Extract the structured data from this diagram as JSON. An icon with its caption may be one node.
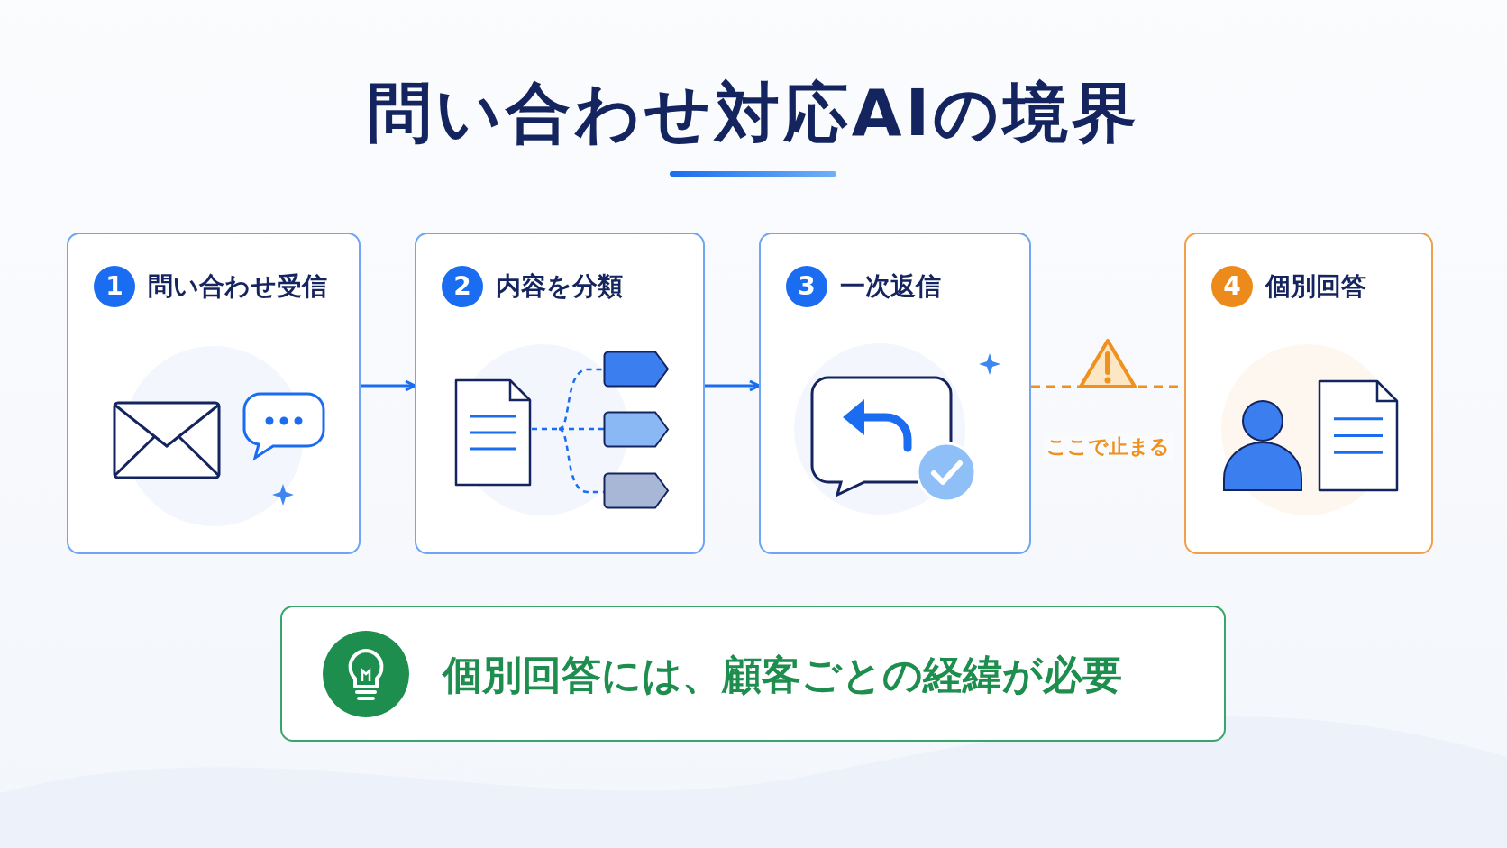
{
  "diagram": {
    "title": "問い合わせ対応AIの境界",
    "nodes": [
      {
        "text": [
          "1",
          "問い合わせ受信"
        ]
      },
      {
        "text": [
          "2",
          "内容を分類"
        ]
      },
      {
        "text": [
          "3",
          "一次返信"
        ]
      },
      {
        "text": [
          "4",
          "個別回答"
        ]
      },
      {
        "text": [
          "個別回答には、顧客ごとの経緯が必要"
        ]
      }
    ],
    "edges": [
      {
        "from": 0,
        "to": 1,
        "arrow": "to"
      },
      {
        "from": 1,
        "to": 2,
        "arrow": "to"
      },
      {
        "from": 2,
        "to": 3,
        "arrow": "none",
        "style": "dashed",
        "color": "#f0901e",
        "label": "ここで止まる"
      }
    ]
  }
}
